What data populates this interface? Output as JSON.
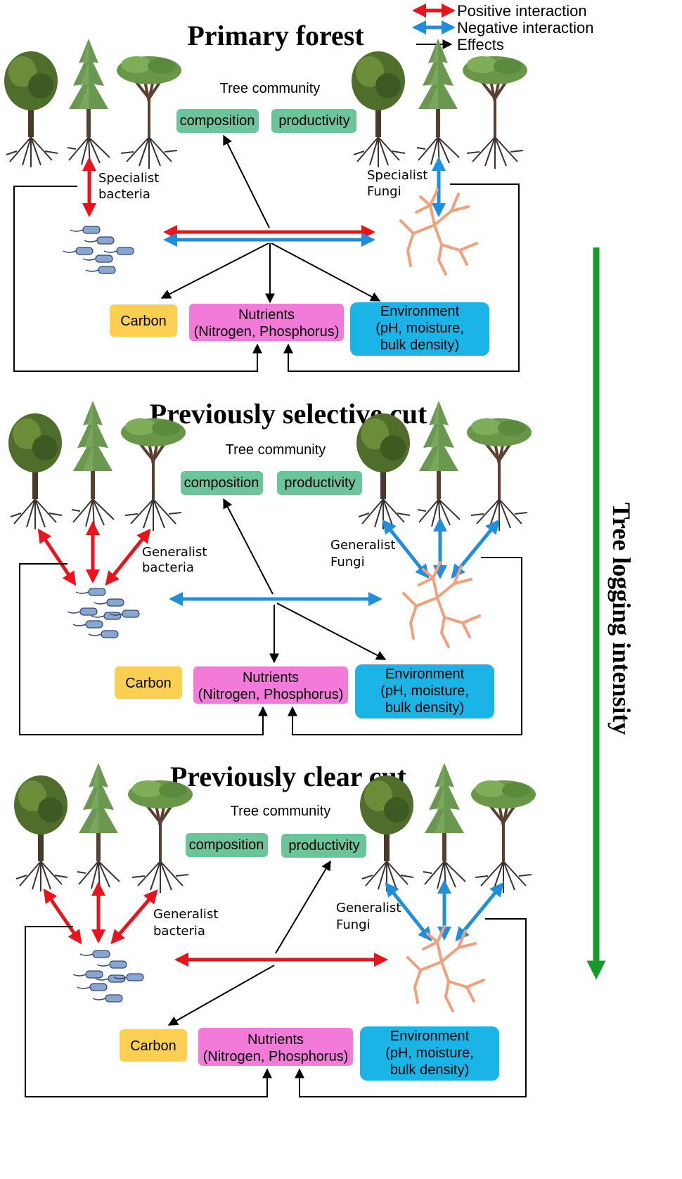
{
  "legend": {
    "positive": "Positive interaction",
    "negative": "Negative interaction",
    "effects": "Effects"
  },
  "colors": {
    "positive": "#e8141b",
    "negative": "#1f8fdc",
    "effect": "#000000",
    "teal_box": "#6cc49a",
    "pink_box": "#f27ad9",
    "cyan_box": "#1ab4e6",
    "yellow_box": "#fbd052",
    "logging_arrow": "#159a2a"
  },
  "side_label": "Tree logging intensity",
  "panels": [
    {
      "title": "Primary forest",
      "tree_community": "Tree community",
      "composition": "composition",
      "productivity": "productivity",
      "bacteria_label": [
        "Specialist",
        "bacteria"
      ],
      "fungi_label": [
        "Specialist",
        "Fungi"
      ],
      "carbon": "Carbon",
      "nutrients": [
        "Nutrients",
        "(Nitrogen, Phosphorus)"
      ],
      "environment": [
        "Environment",
        "(pH, moisture,",
        "bulk density)"
      ]
    },
    {
      "title": "Previously selective cut",
      "tree_community": "Tree community",
      "composition": "composition",
      "productivity": "productivity",
      "bacteria_label": [
        "Generalist",
        "bacteria"
      ],
      "fungi_label": [
        "Generalist",
        "Fungi"
      ],
      "carbon": "Carbon",
      "nutrients": [
        "Nutrients",
        "(Nitrogen, Phosphorus)"
      ],
      "environment": [
        "Environment",
        "(pH, moisture,",
        "bulk density)"
      ]
    },
    {
      "title": "Previously clear cut",
      "tree_community": "Tree community",
      "composition": "composition",
      "productivity": "productivity",
      "bacteria_label": [
        "Generalist",
        "bacteria"
      ],
      "fungi_label": [
        "Generalist",
        "Fungi"
      ],
      "carbon": "Carbon",
      "nutrients": [
        "Nutrients",
        "(Nitrogen, Phosphorus)"
      ],
      "environment": [
        "Environment",
        "(pH, moisture,",
        "bulk density)"
      ]
    }
  ]
}
